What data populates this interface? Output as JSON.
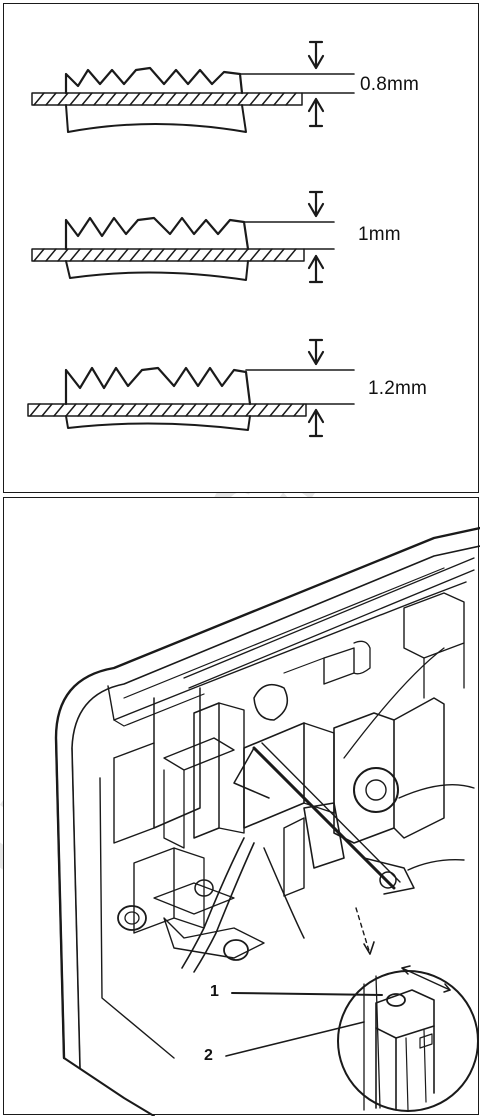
{
  "feed_dog_heights": [
    {
      "label": "0.8mm"
    },
    {
      "label": "1mm"
    },
    {
      "label": "1.2mm"
    }
  ],
  "callouts": [
    {
      "number": "1"
    },
    {
      "number": "2"
    }
  ],
  "watermark": {
    "text": "udan.cz"
  },
  "colors": {
    "line": "#1a1a1a",
    "watermark": "#e6e6e6",
    "background": "#ffffff"
  }
}
